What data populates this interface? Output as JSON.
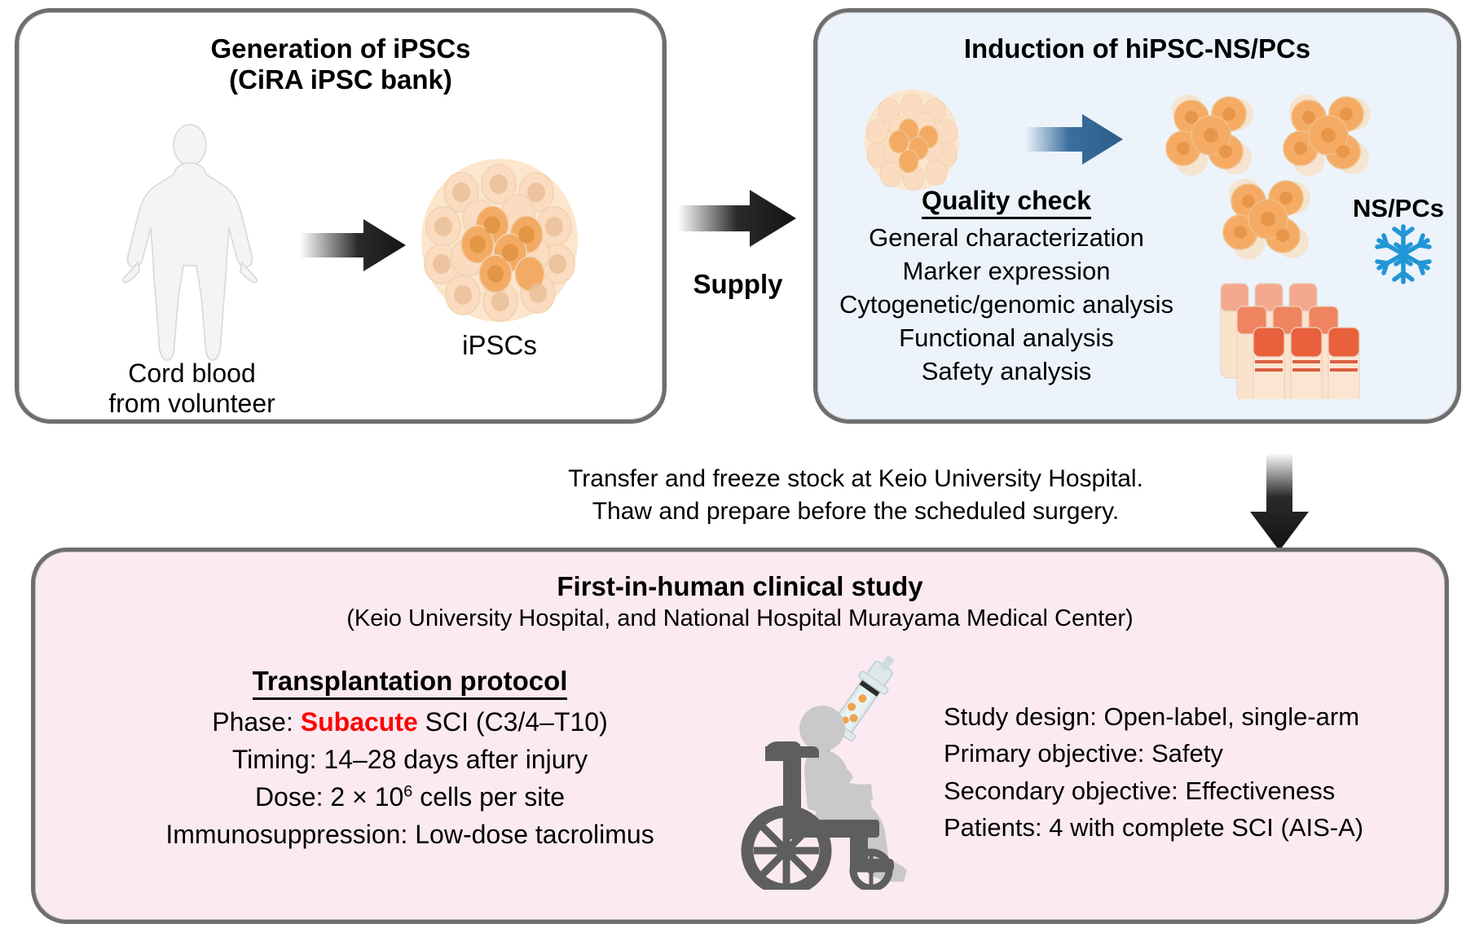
{
  "panels": {
    "generation": {
      "title_line1": "Generation of iPSCs",
      "title_line2": "(CiRA iPSC bank)",
      "source_label_line1": "Cord blood",
      "source_label_line2": "from volunteer",
      "product_label": "iPSCs"
    },
    "supply": {
      "label": "Supply"
    },
    "induction": {
      "title": "Induction of hiPSC-NS/PCs",
      "product_label": "NS/PCs",
      "quality_check": {
        "heading": "Quality check",
        "items": [
          "General characterization",
          "Marker expression",
          "Cytogenetic/genomic analysis",
          "Functional analysis",
          "Safety analysis"
        ]
      }
    },
    "transfer": {
      "line1": "Transfer and freeze stock at Keio University Hospital.",
      "line2": "Thaw and prepare before the scheduled surgery."
    },
    "clinical": {
      "title": "First-in-human clinical study",
      "subtitle": "(Keio University Hospital, and National Hospital Murayama Medical Center)",
      "protocol": {
        "heading": "Transplantation protocol",
        "phase_prefix": "Phase: ",
        "phase_highlight": "Subacute",
        "phase_suffix": " SCI (C3/4–T10)",
        "timing": "Timing: 14–28 days after injury",
        "dose_prefix": "Dose: 2 × 10",
        "dose_exponent": "6",
        "dose_suffix": " cells per site",
        "immunosuppression": "Immunosuppression: Low-dose tacrolimus"
      },
      "study": {
        "design": "Study design: Open-label, single-arm",
        "primary": "Primary objective: Safety",
        "secondary": "Secondary objective: Effectiveness",
        "patients": "Patients: 4 with complete SCI (AIS-A)"
      }
    }
  },
  "colors": {
    "panel_border": "#6e6e6e",
    "induction_bg": "#edf3fb",
    "clinical_bg": "#fbeaf1",
    "blue_arrow": "#2b5d8a",
    "snowflake": "#2196d6",
    "highlight_red": "#ff0000",
    "cell_orange": "#f5ab63",
    "vial_cap": "#e8613c",
    "wheelchair_dark": "#5e5e5e",
    "wheelchair_light": "#c9c9c9"
  },
  "icons": {
    "human": "human-body-icon",
    "arrow_black": "black-arrow-icon",
    "arrow_blue": "blue-arrow-icon",
    "colony": "cell-colony-icon",
    "nspc": "nspc-cluster-icon",
    "snowflake": "snowflake-icon",
    "cryovials": "cryovial-rack-icon",
    "wheelchair": "wheelchair-patient-icon",
    "syringe": "syringe-icon"
  }
}
